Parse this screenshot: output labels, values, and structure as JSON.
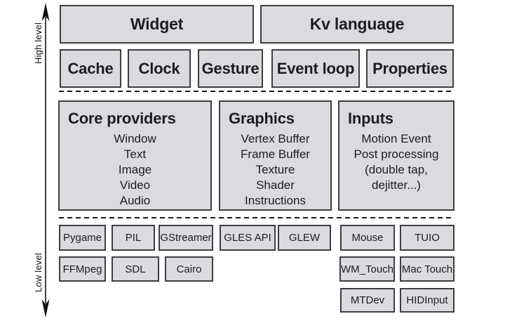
{
  "axis": {
    "high_label": "High level",
    "low_label": "Low level"
  },
  "top_row": [
    "Widget",
    "Kv language"
  ],
  "second_row": [
    "Cache",
    "Clock",
    "Gesture",
    "Event loop",
    "Properties"
  ],
  "sections": [
    {
      "title": "Core providers",
      "items": [
        "Window",
        "Text",
        "Image",
        "Video",
        "Audio"
      ]
    },
    {
      "title": "Graphics",
      "items": [
        "Vertex Buffer",
        "Frame Buffer",
        "Texture",
        "Shader",
        "Instructions"
      ]
    },
    {
      "title": "Inputs",
      "items": [
        "Motion Event",
        "Post processing",
        "(double tap,",
        "dejitter...)"
      ]
    }
  ],
  "providers": {
    "row1": [
      "Pygame",
      "PIL",
      "GStreamer",
      "GLES API",
      "GLEW",
      "Mouse",
      "TUIO"
    ],
    "row2": [
      "FFMpeg",
      "SDL",
      "Cairo",
      "WM_Touch",
      "Mac Touch"
    ],
    "row3": [
      "MTDev",
      "HIDInput"
    ]
  },
  "colors": {
    "box_fill": "#dbdbdf",
    "box_border": "#3e3e42",
    "text": "#1d1d1f",
    "background": "#ffffff"
  }
}
